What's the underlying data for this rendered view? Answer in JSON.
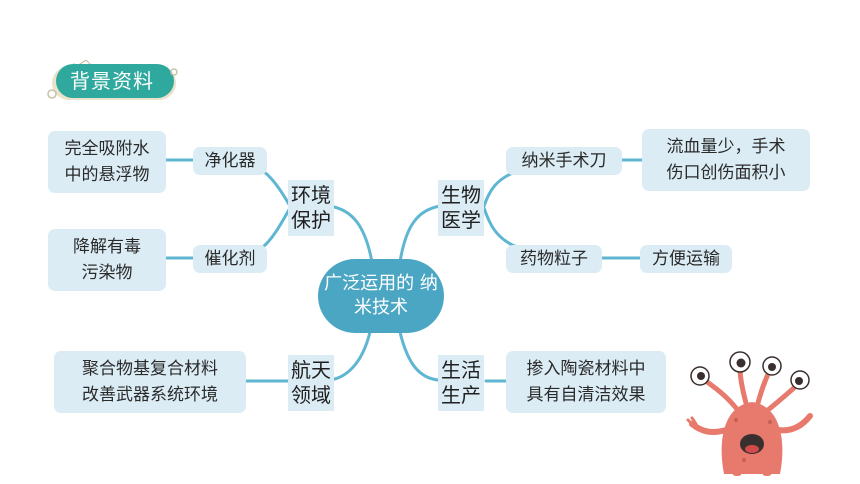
{
  "badge": {
    "label": "背景资料"
  },
  "center": {
    "line1": "广泛运用的",
    "line2": "纳米技术"
  },
  "categories": {
    "env": {
      "line1": "环境",
      "line2": "保护"
    },
    "bio": {
      "line1": "生物",
      "line2": "医学"
    },
    "aero": {
      "line1": "航天",
      "line2": "领域"
    },
    "life": {
      "line1": "生活",
      "line2": "生产"
    }
  },
  "env": {
    "item1": "净化器",
    "item1_desc": {
      "line1": "完全吸附水",
      "line2": "中的悬浮物"
    },
    "item2": "催化剂",
    "item2_desc": {
      "line1": "降解有毒",
      "line2": "污染物"
    }
  },
  "bio": {
    "item1": "纳米手术刀",
    "item1_desc": {
      "line1": "流血量少，手术",
      "line2": "伤口创伤面积小"
    },
    "item2": "药物粒子",
    "item2_desc": "方便运输"
  },
  "aero": {
    "desc": {
      "line1": "聚合物基复合材料",
      "line2": "改善武器系统环境"
    }
  },
  "life": {
    "desc": {
      "line1": "掺入陶瓷材料中",
      "line2": "具有自清洁效果"
    }
  },
  "colors": {
    "line": "#5fb6d2",
    "box": "#dbecf5",
    "center": "#4ba6c4",
    "badge": "#2fa99e",
    "monster": "#e87a6d"
  }
}
